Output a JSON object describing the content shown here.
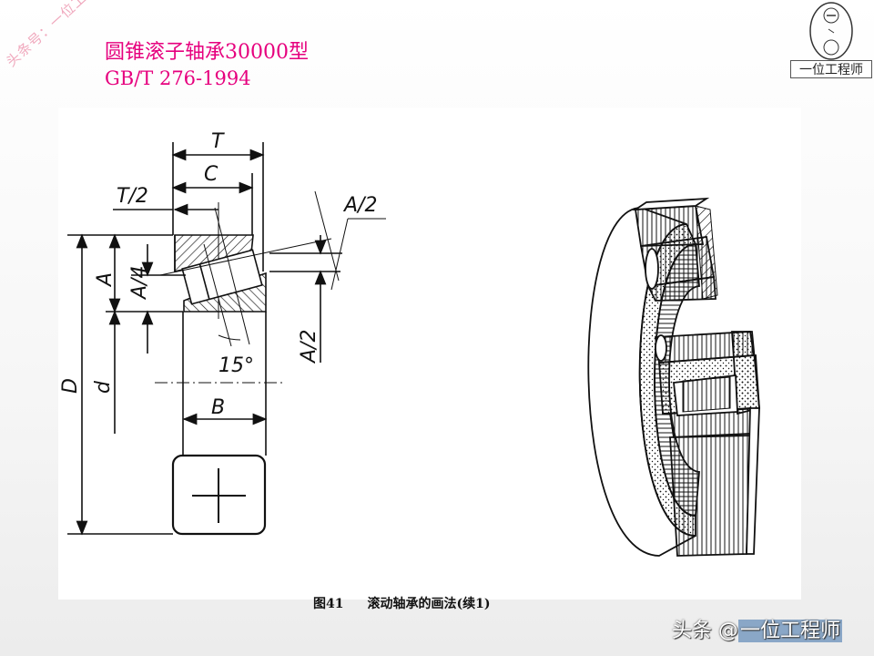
{
  "watermark_text": "头条号：一位工程师",
  "title": {
    "line1": "圆锥滚子轴承30000型",
    "line2": "GB/T 276-1994"
  },
  "logo": {
    "label": "一位工程师"
  },
  "dimensions": {
    "T": "T",
    "C": "C",
    "T_half": "T/2",
    "A_half_top": "A/2",
    "A_half_side": "A/2",
    "A": "A",
    "A_quarter": "A/4",
    "angle": "15°",
    "B": "B",
    "D": "D",
    "d": "d"
  },
  "caption": {
    "figure_no": "图41",
    "text": "滚动轴承的画法(续1)"
  },
  "footer": {
    "prefix": "头条 @",
    "name": "一位工程师"
  },
  "colors": {
    "title": "#e6007e",
    "watermark": "#f0a8bd"
  }
}
